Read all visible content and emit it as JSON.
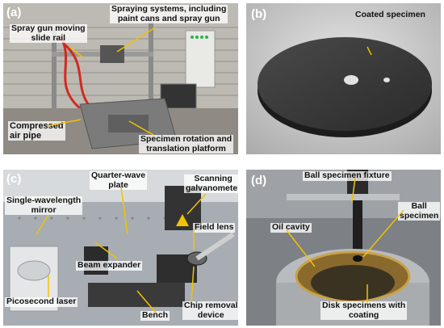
{
  "panels": {
    "a": {
      "label": "(a)",
      "annotations": {
        "slide_rail": "Spray gun moving\nslide rail",
        "spraying": "Spraying systems, including\npaint cans and spray gun",
        "air_pipe": "Compressed\nair pipe",
        "platform": "Specimen rotation and\ntranslation platform"
      }
    },
    "b": {
      "label": "(b)",
      "annotations": {
        "coated": "Coated specimen"
      }
    },
    "c": {
      "label": "(c)",
      "annotations": {
        "mirror": "Single-wavelength\nmirror",
        "quarter_wave": "Quarter-wave\nplate",
        "scanning": "Scanning\ngalvanometer",
        "field_lens": "Field lens",
        "beam_expander": "Beam expander",
        "laser": "Picosecond laser",
        "bench": "Bench",
        "chip_removal": "Chip removal\ndevice"
      }
    },
    "d": {
      "label": "(d)",
      "annotations": {
        "fixture": "Ball specimen fixture",
        "ball": "Ball\nspecimen",
        "oil_cavity": "Oil cavity",
        "disk": "Disk specimens with\ncoating"
      }
    }
  }
}
